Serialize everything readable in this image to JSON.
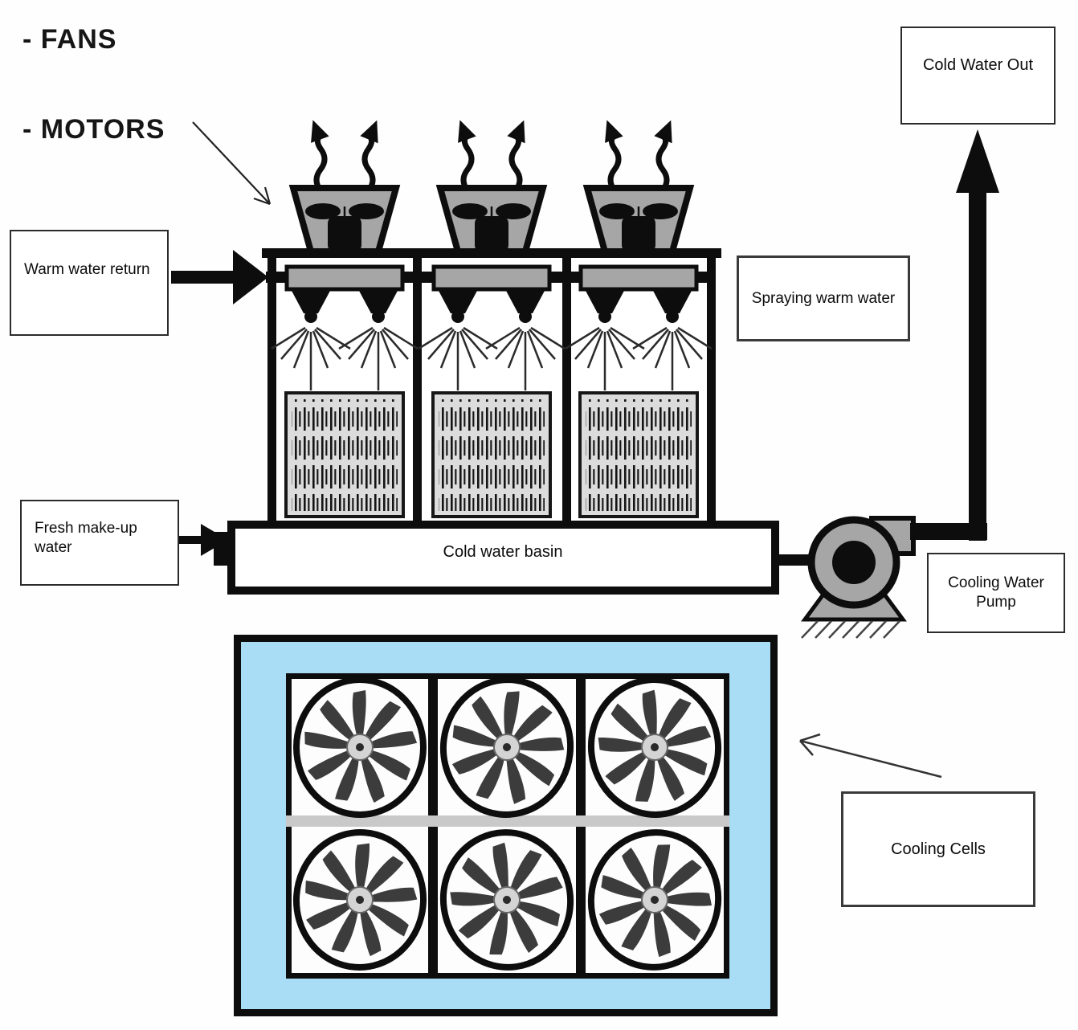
{
  "labels": {
    "fans": "- FANS",
    "motors": "- MOTORS"
  },
  "boxes": {
    "cold_water_out": "Cold Water Out",
    "warm_water_return": "Warm water return",
    "spraying_warm_water": "Spraying warm water",
    "fresh_makeup_water": "Fresh make-up water",
    "cooling_water_pump": "Cooling Water Pump",
    "cooling_cells": "Cooling Cells"
  },
  "inline_labels": {
    "cold_water_basin": "Cold water basin"
  },
  "colors": {
    "machine_gray": "#a6a6a6",
    "fill_media_gray": "#dcdcdc",
    "pool_blue": "#a9dcf5",
    "line_black": "#0d0d0d",
    "blade_gray": "#3c3c3c",
    "hub_gray": "#d4d4d4"
  },
  "structure": {
    "cooling_cells_side_view": 3,
    "spray_nozzles_per_cell": 2,
    "steam_arrows_per_cell": 2,
    "fill_media_packs": 3,
    "fan_units_top_view": 6,
    "fan_blades_per_fan": 9
  }
}
